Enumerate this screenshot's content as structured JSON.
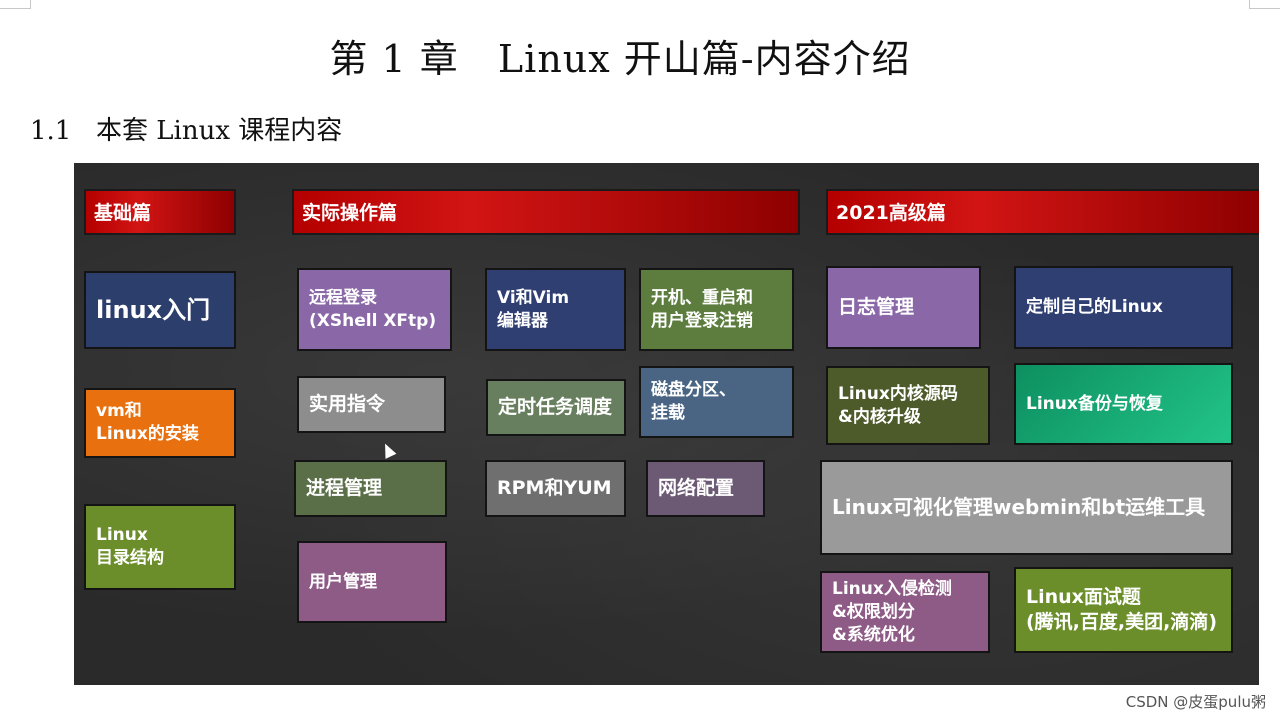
{
  "doc": {
    "chapter_title": "第 1 章   Linux 开山篇-内容介绍",
    "section_number": "1.1",
    "section_title": "本套 Linux 课程内容"
  },
  "board": {
    "headers": {
      "basic": "基础篇",
      "practical": "实际操作篇",
      "advanced": "2021高级篇"
    },
    "basic_tiles": {
      "intro": "linux入门",
      "vm_install": "vm和\nLinux的安装",
      "dir_structure": "Linux\n目录结构"
    },
    "practical_tiles": {
      "remote_login": "远程登录\n(XShell XFtp)",
      "vi_vim": "Vi和Vim\n编辑器",
      "boot_reboot": "开机、重启和\n用户登录注销",
      "practical_commands": "实用指令",
      "cron": "定时任务调度",
      "disk": "磁盘分区、\n挂载",
      "process": "进程管理",
      "rpm_yum": "RPM和YUM",
      "network": "网络配置",
      "user_mgmt": "用户管理"
    },
    "advanced_tiles": {
      "logs": "日志管理",
      "custom_linux": "定制自己的Linux",
      "kernel": "Linux内核源码\n&内核升级",
      "backup": "Linux备份与恢复",
      "webmin": "Linux可视化管理webmin和bt运维工具",
      "intrusion": "Linux入侵检测\n&权限划分\n&系统优化",
      "interview": "Linux面试题\n(腾讯,百度,美团,滴滴)"
    }
  },
  "watermark": "CSDN @皮蛋pulu粥",
  "colors": {
    "board": "#2a2a2a",
    "header_red": "#c80a0a",
    "navy": "#2c3e6c",
    "orange": "#e8700e",
    "olive": "#6b8e2a",
    "purple": "#8a68a8",
    "grey": "#8d8d8d",
    "olive_green": "#5d7d3f",
    "slate": "#4a6584",
    "dusk_purple": "#6c5a74",
    "pink_purple": "#8e5a86",
    "dark_olive": "#4d5b2a",
    "teal": "#1bb57e"
  }
}
